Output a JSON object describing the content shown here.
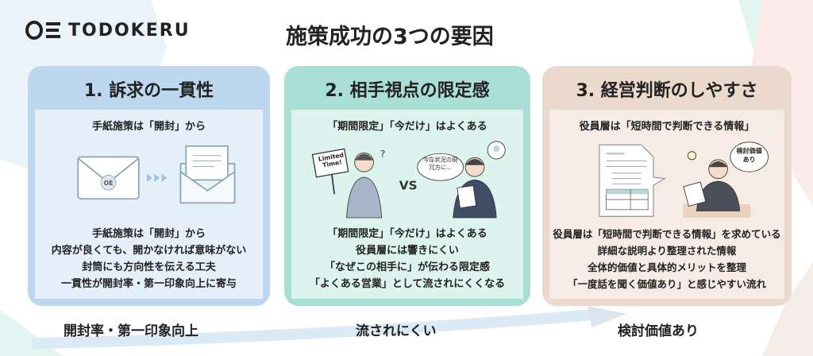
{
  "brand": "TODOKERU",
  "title": "施策成功の3つの要因",
  "cards": [
    {
      "heading": "1. 訴求の一貫性",
      "subtitle": "手紙施策は「開封」から",
      "envelope_seal": "OE",
      "lines": [
        "手紙施策は「開封」から",
        "内容が良くても、開かなければ意味がない",
        "封筒にも方向性を伝える工夫",
        "一貫性が開封率・第一印象向上に寄与"
      ]
    },
    {
      "heading": "2. 相手視点の限定感",
      "subtitle": "「期間限定」「今だけ」はよくある",
      "sign": "Limited Time!",
      "vs": "VS",
      "bubble": "今在状況の現冗方に...",
      "lines": [
        "「期間限定」「今だけ」はよくある",
        "役員層には響きにくい",
        "「なぜこの相手に」が伝わる限定感",
        "「よくある営業」として流されにくくなる"
      ]
    },
    {
      "heading": "3. 経営判断のしやすさ",
      "subtitle": "役員層は「短時間で判断できる情報」",
      "bubble": "検討価値あり",
      "lines": [
        "役員層は「短時間で判断できる情報」を求めている",
        "詳細な説明より整理された情報",
        "全体的価値と具体的メリットを整理",
        "「一度話を聞く価値あり」と感じやすい流れ"
      ]
    }
  ],
  "flow": [
    "開封率・第一印象向上",
    "流されにくい",
    "検討価値あり"
  ]
}
